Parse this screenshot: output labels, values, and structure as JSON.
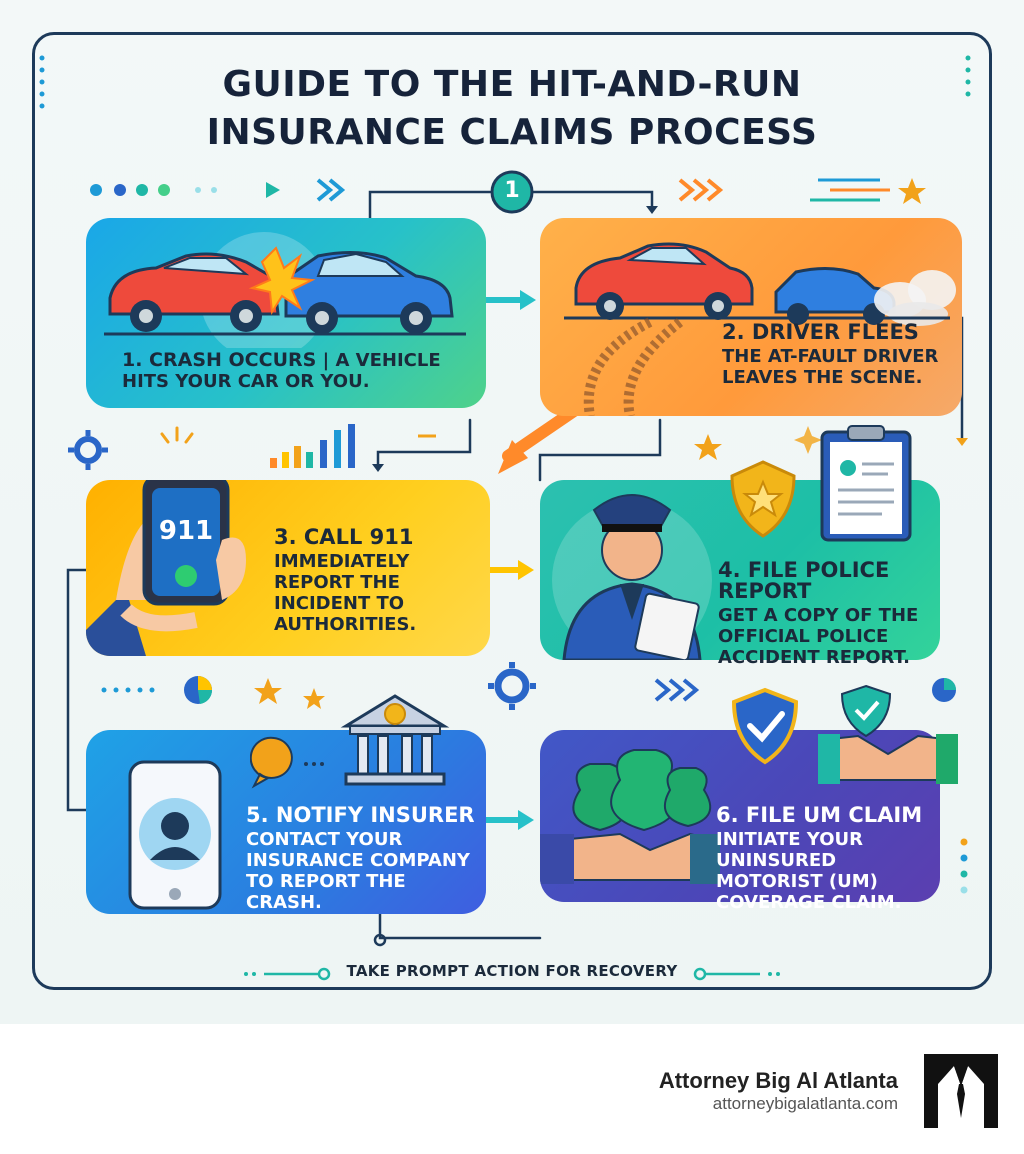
{
  "title": {
    "line1": "GUIDE TO THE HIT-AND-RUN",
    "line2": "INSURANCE CLAIMS PROCESS"
  },
  "badge": "1",
  "steps": [
    {
      "heading": "1. CRASH OCCURS",
      "text": "| A VEHICLE HITS YOUR CAR OR YOU."
    },
    {
      "heading": "2. DRIVER FLEES",
      "text": "THE AT-FAULT DRIVER LEAVES THE SCENE."
    },
    {
      "heading": "3. CALL 911",
      "text": "IMMEDIATELY REPORT THE INCIDENT TO AUTHORITIES."
    },
    {
      "heading": "4. FILE POLICE REPORT",
      "text": "GET A COPY OF THE OFFICIAL POLICE ACCIDENT REPORT."
    },
    {
      "heading": "5. NOTIFY INSURER",
      "text": "CONTACT YOUR INSURANCE COMPANY TO REPORT THE CRASH."
    },
    {
      "heading": "6. FILE UM CLAIM",
      "text": "INITIATE YOUR UNINSURED MOTORIST (UM) COVERAGE CLAIM."
    }
  ],
  "phone_number": "911",
  "footer": "TAKE PROMPT ACTION FOR RECOVERY",
  "brand": {
    "name": "Attorney Big Al Atlanta",
    "url": "attorneybigalatlanta.com"
  },
  "colors": {
    "title": "#16233a",
    "frame": "#1d3a5a",
    "card1": "#1aa7e8",
    "card2": "#ff9a3b",
    "card3": "#ffc400",
    "card4": "#1dbfa6",
    "card5": "#2a7ee0",
    "card6": "#4b47b8"
  }
}
